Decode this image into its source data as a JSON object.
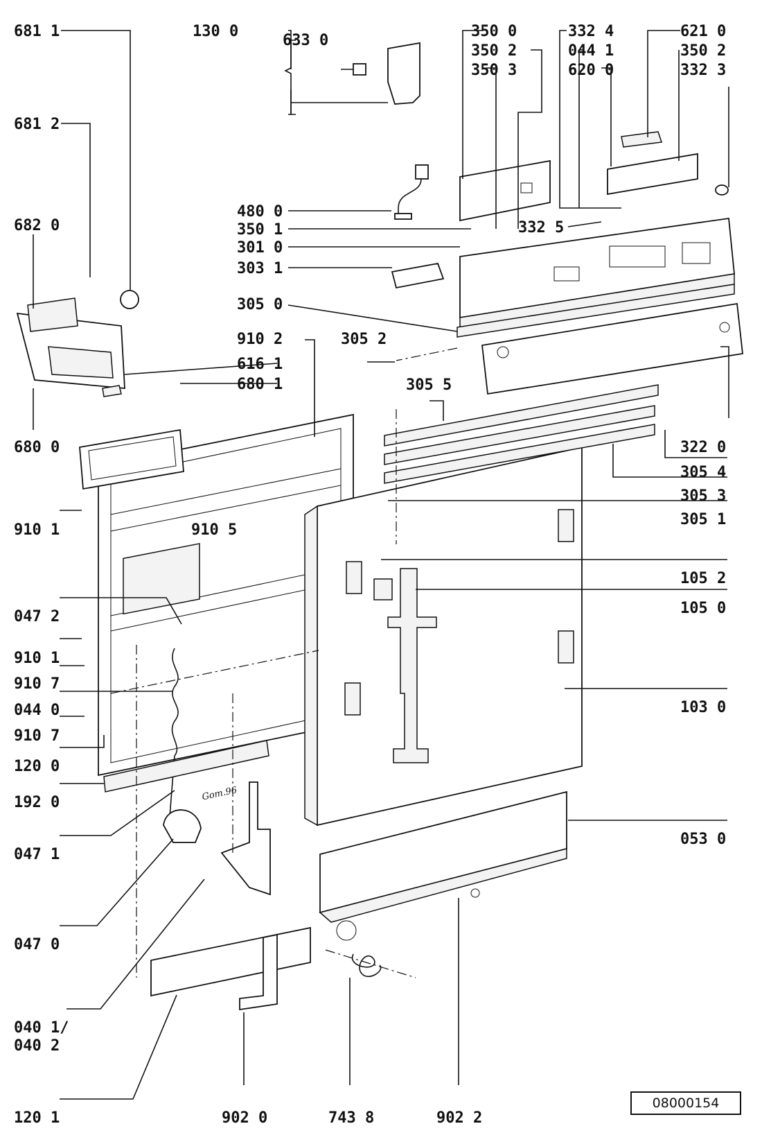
{
  "part_labels": [
    "681 1",
    "130 0",
    "633 0",
    "350 0",
    "350 2",
    "350 3",
    "332 4",
    "044 1",
    "620 0",
    "621 0",
    "350 2",
    "332 3",
    "681 2",
    "480 0",
    "350 1",
    "332 5",
    "301 0",
    "303 1",
    "682 0",
    "305 0",
    "910 2",
    "305 2",
    "305 5",
    "616 1",
    "680 1",
    "680 0",
    "322 0",
    "305 4",
    "305 3",
    "305 1",
    "910 1",
    "910 5",
    "105 2",
    "105 0",
    "047 2",
    "910 1",
    "910 7",
    "044 0",
    "910 7",
    "103 0",
    "120 0",
    "192 0",
    "047 1",
    "053 0",
    "047 0",
    "040 1/",
    "040 2",
    "120 1",
    "902 0",
    "743 8",
    "902 2"
  ],
  "drawing_number": "08000154",
  "handwritten_note": "Gom.96"
}
